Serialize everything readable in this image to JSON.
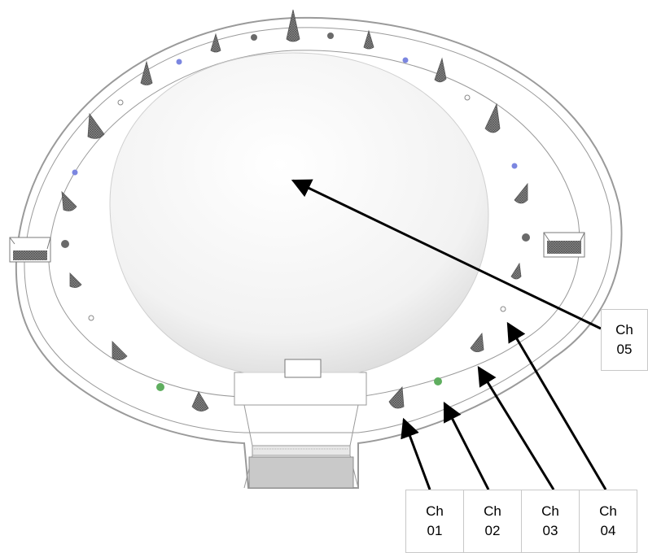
{
  "labels": {
    "ch01": "Ch\n01",
    "ch02": "Ch\n02",
    "ch03": "Ch\n03",
    "ch04": "Ch\n04",
    "ch05": "Ch\n05"
  },
  "colors": {
    "blue_dot": "#7b86e0",
    "green_dot": "#5fae5f",
    "gray_dot": "#6a6a6a",
    "cone": "#6f6f6f",
    "outline": "#9a9a9a",
    "dome": "#f2f2f2"
  }
}
